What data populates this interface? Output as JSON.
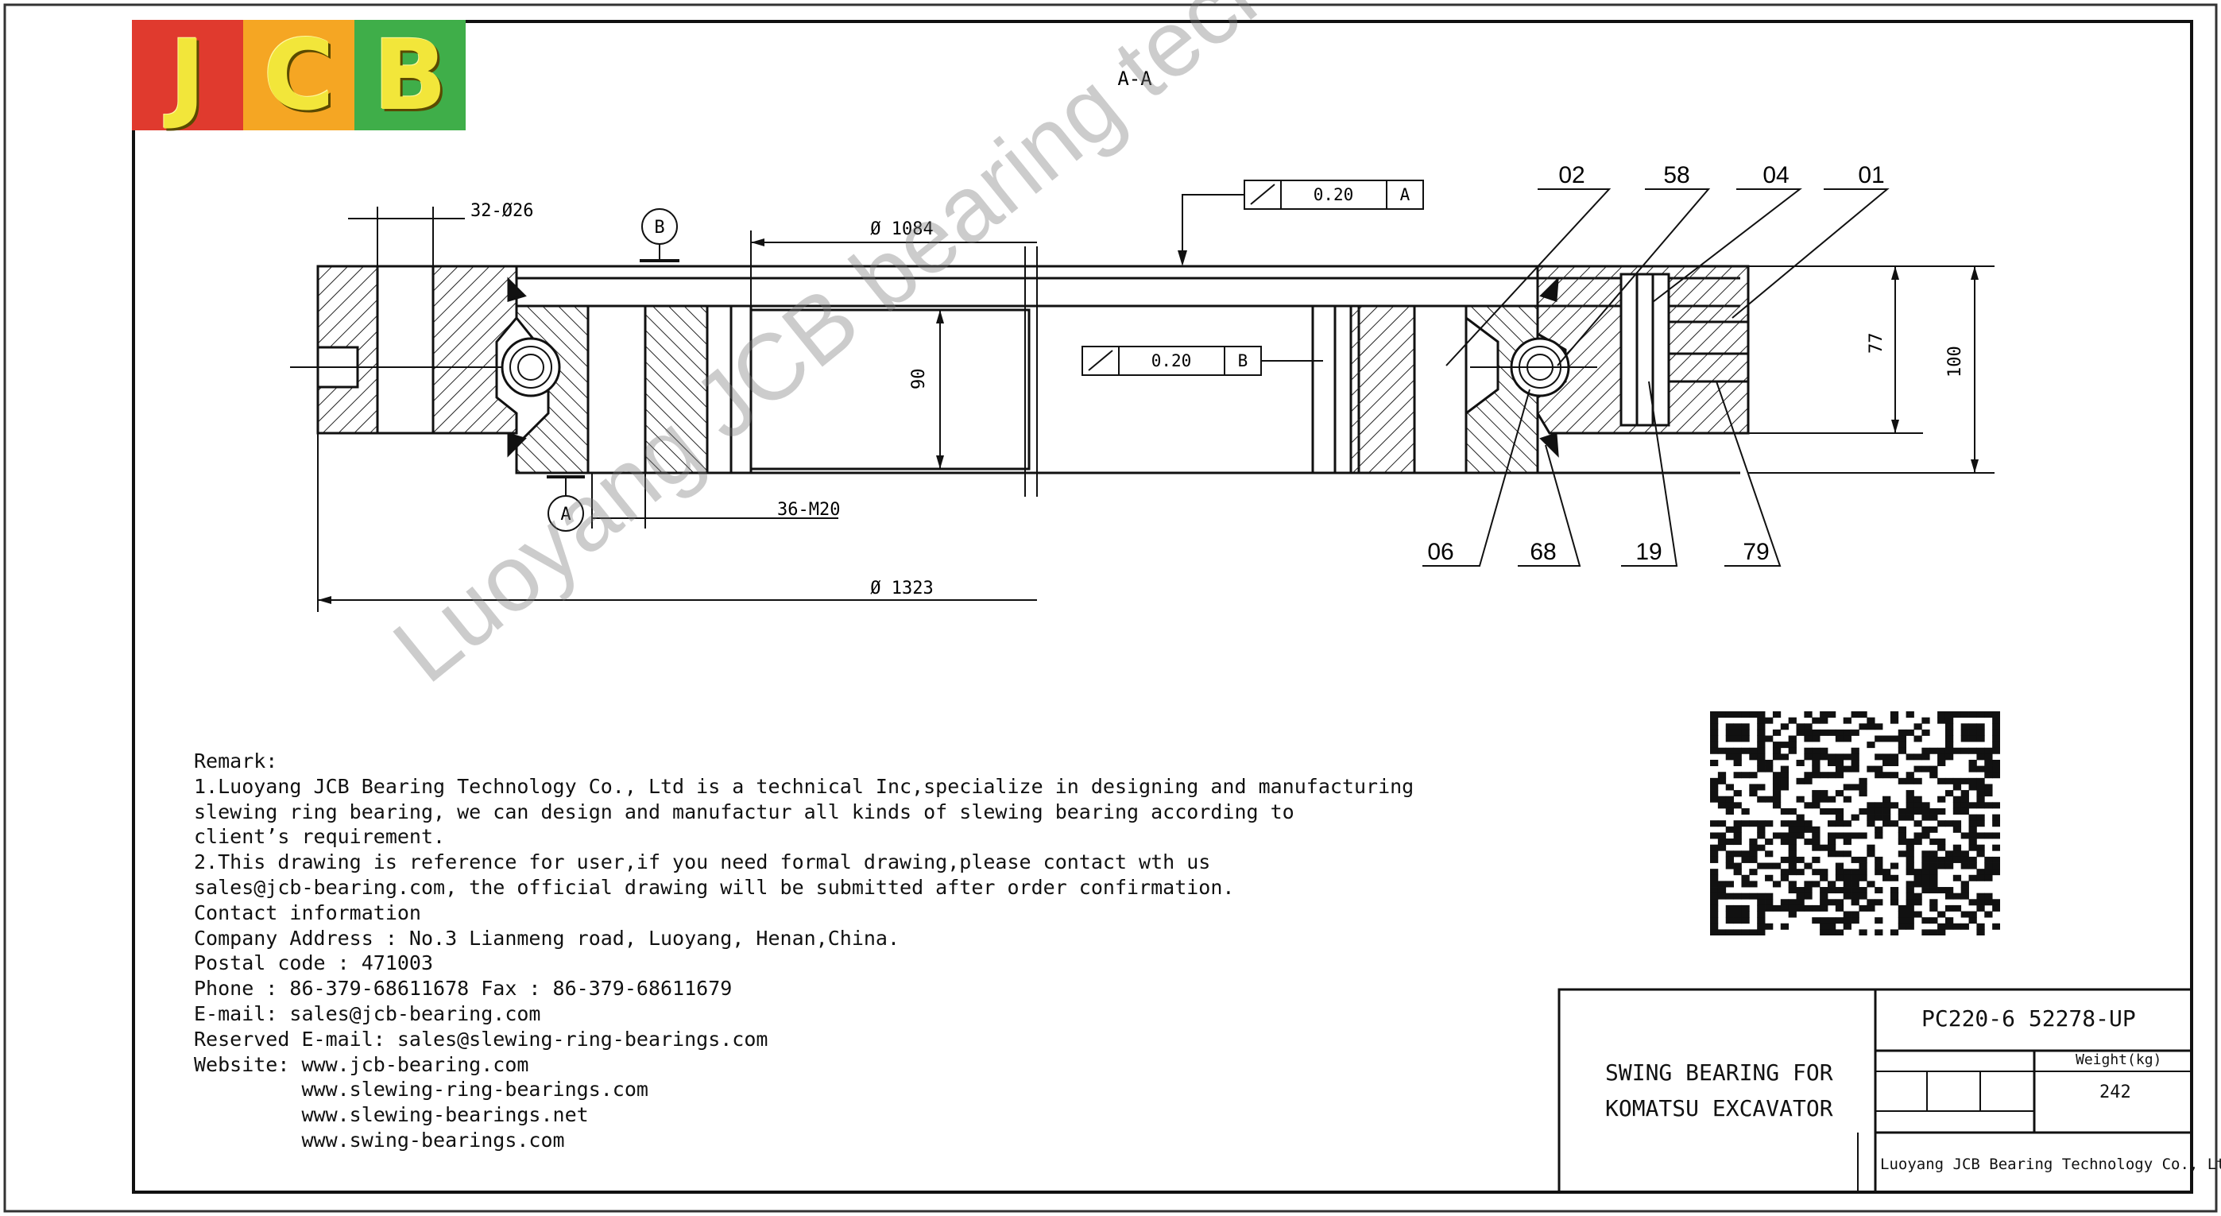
{
  "logo": {
    "letters": [
      "J",
      "C",
      "B"
    ],
    "colors": [
      "#e03a2e",
      "#f5a623",
      "#3fae49"
    ]
  },
  "section_label": "A-A",
  "callouts": {
    "c02": "02",
    "c58": "58",
    "c04": "04",
    "c01": "01",
    "c06": "06",
    "c68": "68",
    "c19": "19",
    "c79": "79"
  },
  "dimensions": {
    "holes": "32-Ø26",
    "inner_dia": "Ø 1084",
    "outer_dia": "Ø 1323",
    "threads": "36-M20",
    "h90": "90",
    "h77": "77",
    "h100": "100"
  },
  "datums": {
    "a": "A",
    "b": "B"
  },
  "tolerances": [
    {
      "value": "0.20",
      "datum": "A"
    },
    {
      "value": "0.20",
      "datum": "B"
    }
  ],
  "watermark": "Luoyang JCB bearing technology company limited",
  "remark": [
    "Remark:",
    "1.Luoyang JCB Bearing Technology Co., Ltd is a technical Inc,specialize in designing and manufacturing",
    "slewing ring bearing, we can design and manufactur all kinds of slewing bearing according to",
    "client’s requirement.",
    "2.This drawing is reference for user,if you need formal drawing,please contact wth us",
    "sales@jcb-bearing.com, the official drawing will be submitted after order confirmation.",
    "Contact information",
    "Company Address : No.3 Lianmeng road, Luoyang, Henan,China.",
    "Postal code : 471003",
    "Phone : 86-379-68611678 Fax : 86-379-68611679",
    "E-mail: sales@jcb-bearing.com",
    "Reserved E-mail: sales@slewing-ring-bearings.com",
    "Website: www.jcb-bearing.com",
    "         www.slewing-ring-bearings.com",
    "         www.slewing-bearings.net",
    "         www.swing-bearings.com"
  ],
  "title_block": {
    "description_line1": "SWING BEARING FOR",
    "description_line2": "KOMATSU EXCAVATOR",
    "part_number": "PC220-6 52278-UP",
    "weight_label": "Weight(kg)",
    "weight_value": "242",
    "company": "Luoyang JCB Bearing Technology Co., Ltd"
  }
}
